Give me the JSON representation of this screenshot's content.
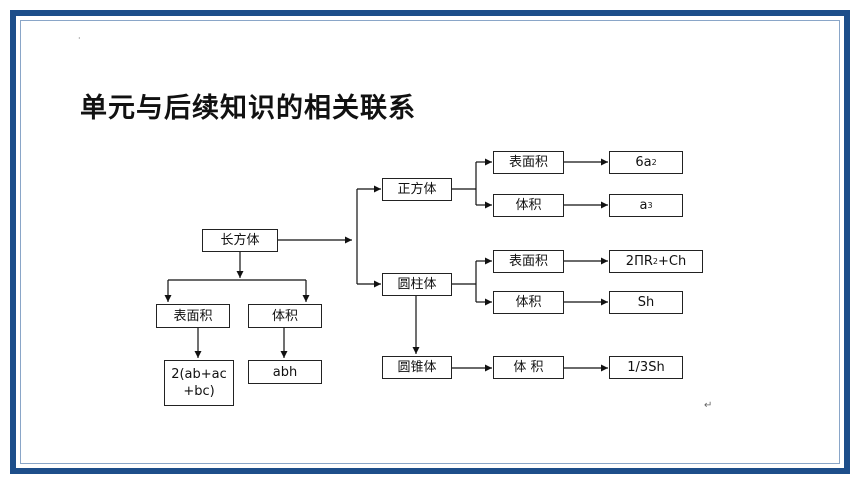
{
  "title": "单元与后续知识的相关联系",
  "boxes": {
    "cuboid": "长方体",
    "cuboid_surface": "表面积",
    "cuboid_volume": "体积",
    "cuboid_surface_formula_l1": "2(ab+ac",
    "cuboid_surface_formula_l2": "+bc)",
    "cuboid_volume_formula": "abh",
    "cube": "正方体",
    "cube_surface": "表面积",
    "cube_volume": "体积",
    "cube_surface_formula_base": "6a",
    "cube_surface_formula_exp": "2",
    "cube_volume_formula_base": "a",
    "cube_volume_formula_exp": "3",
    "cylinder": "圆柱体",
    "cylinder_surface": "表面积",
    "cylinder_volume": "体积",
    "cylinder_surface_formula_pre": "2ΠR",
    "cylinder_surface_formula_exp": "2",
    "cylinder_surface_formula_post": "+Ch",
    "cylinder_volume_formula": "Sh",
    "cone": "圆锥体",
    "cone_volume": "体 积",
    "cone_volume_formula": "1/3Sh"
  },
  "marks": {
    "corner_dot": "·",
    "return_mark": "↵"
  },
  "colors": {
    "frame": "#1d4e8a",
    "line": "#111111"
  }
}
